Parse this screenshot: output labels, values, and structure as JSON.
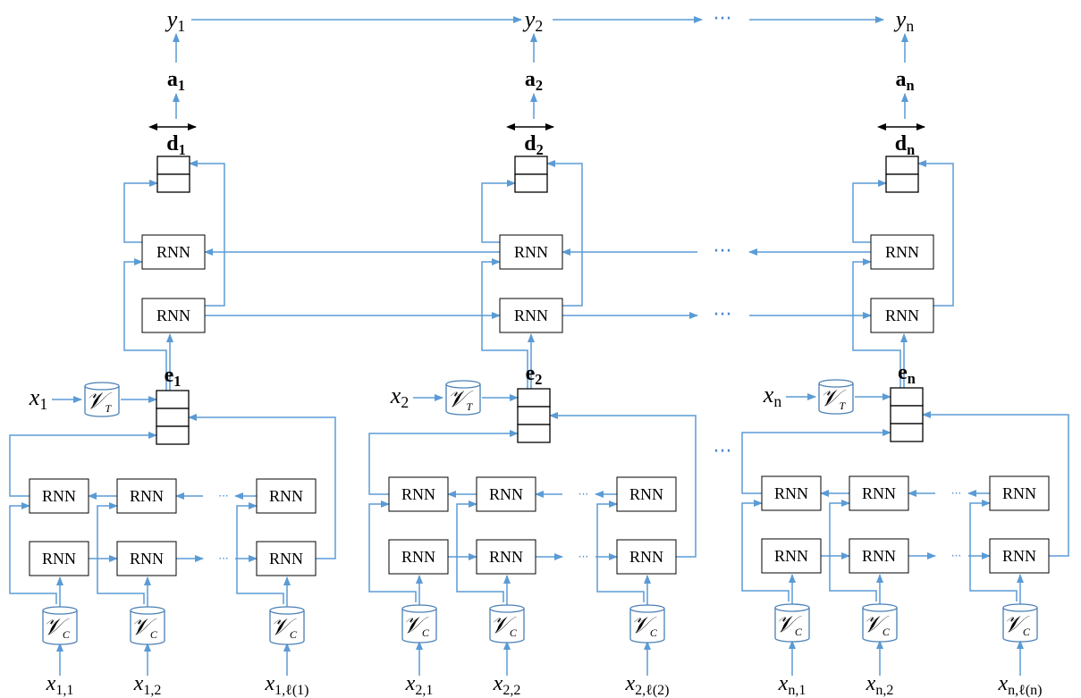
{
  "colors": {
    "arrow": "#5b9bd5",
    "box_stroke": "#000000",
    "cyl_fill": "#ffffff",
    "cyl_stroke": "#4a7fb5"
  },
  "labels": {
    "rnn": "RNN",
    "cyl_word": "𝒱",
    "cyl_word_sub": "C",
    "cyl_sent": "𝒱",
    "cyl_sent_sub": "T",
    "ellipsis": "···",
    "small_ellipsis": "···"
  },
  "groups": [
    {
      "y": {
        "base": "y",
        "sub": "1"
      },
      "a": {
        "base": "a",
        "sub": "1"
      },
      "d": {
        "base": "d",
        "sub": "1"
      },
      "e": {
        "base": "e",
        "sub": "1"
      },
      "x": {
        "base": "x",
        "sub": "1"
      },
      "inputs": [
        {
          "base": "x",
          "sub": "1,1"
        },
        {
          "base": "x",
          "sub": "1,2"
        },
        {
          "base": "x",
          "sub": "1,ℓ(1)"
        }
      ]
    },
    {
      "y": {
        "base": "y",
        "sub": "2"
      },
      "a": {
        "base": "a",
        "sub": "2"
      },
      "d": {
        "base": "d",
        "sub": "2"
      },
      "e": {
        "base": "e",
        "sub": "2"
      },
      "x": {
        "base": "x",
        "sub": "2"
      },
      "inputs": [
        {
          "base": "x",
          "sub": "2,1"
        },
        {
          "base": "x",
          "sub": "2,2"
        },
        {
          "base": "x",
          "sub": "2,ℓ(2)"
        }
      ]
    },
    {
      "y": {
        "base": "y",
        "sub": "n"
      },
      "a": {
        "base": "a",
        "sub": "n"
      },
      "d": {
        "base": "d",
        "sub": "n"
      },
      "e": {
        "base": "e",
        "sub": "n"
      },
      "x": {
        "base": "x",
        "sub": "n"
      },
      "inputs": [
        {
          "base": "x",
          "sub": "n,1"
        },
        {
          "base": "x",
          "sub": "n,2"
        },
        {
          "base": "x",
          "sub": "n,ℓ(n)"
        }
      ]
    }
  ]
}
